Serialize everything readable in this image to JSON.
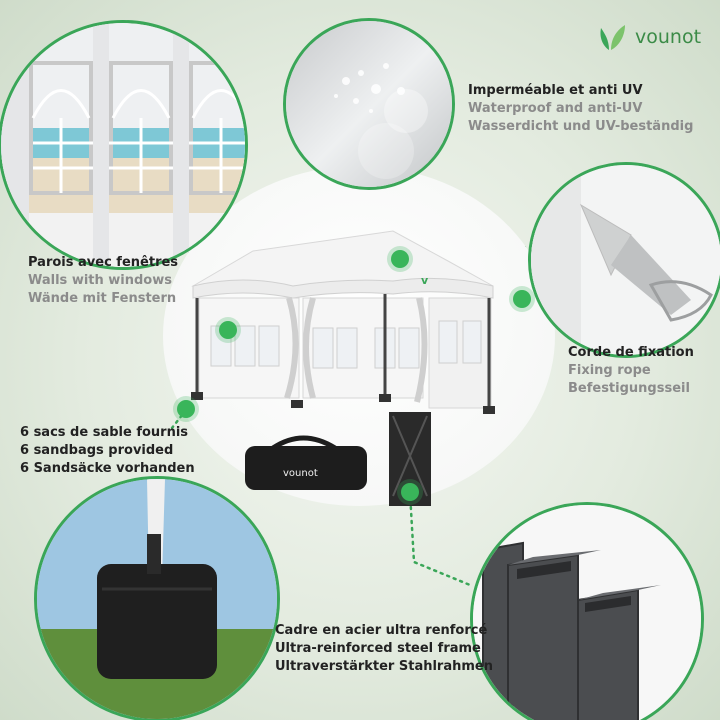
{
  "brand": {
    "name": "vounot",
    "color": "#3aa658"
  },
  "tent_bag_label": "vounot",
  "tent_canopy_label": "v",
  "features": {
    "walls": {
      "fr": "Parois avec fenêtres",
      "en": "Walls with windows",
      "de": "Wände mit Fenstern"
    },
    "waterproof": {
      "fr": "Imperméable et anti UV",
      "en": "Waterproof and anti-UV",
      "de": "Wasserdicht und UV-beständig"
    },
    "rope": {
      "fr": "Corde de fixation",
      "en": "Fixing rope",
      "de": "Befestigungsseil"
    },
    "sandbags": {
      "fr": "6 sacs de sable fournis",
      "en": "6 sandbags provided",
      "de": "6 Sandsäcke vorhanden"
    },
    "frame": {
      "fr": "Cadre en acier ultra renforcé",
      "en": "Ultra-reinforced steel frame",
      "de": "Ultraverstärkter Stahlrahmen"
    }
  },
  "icons": [
    "leaf-logo-icon"
  ]
}
